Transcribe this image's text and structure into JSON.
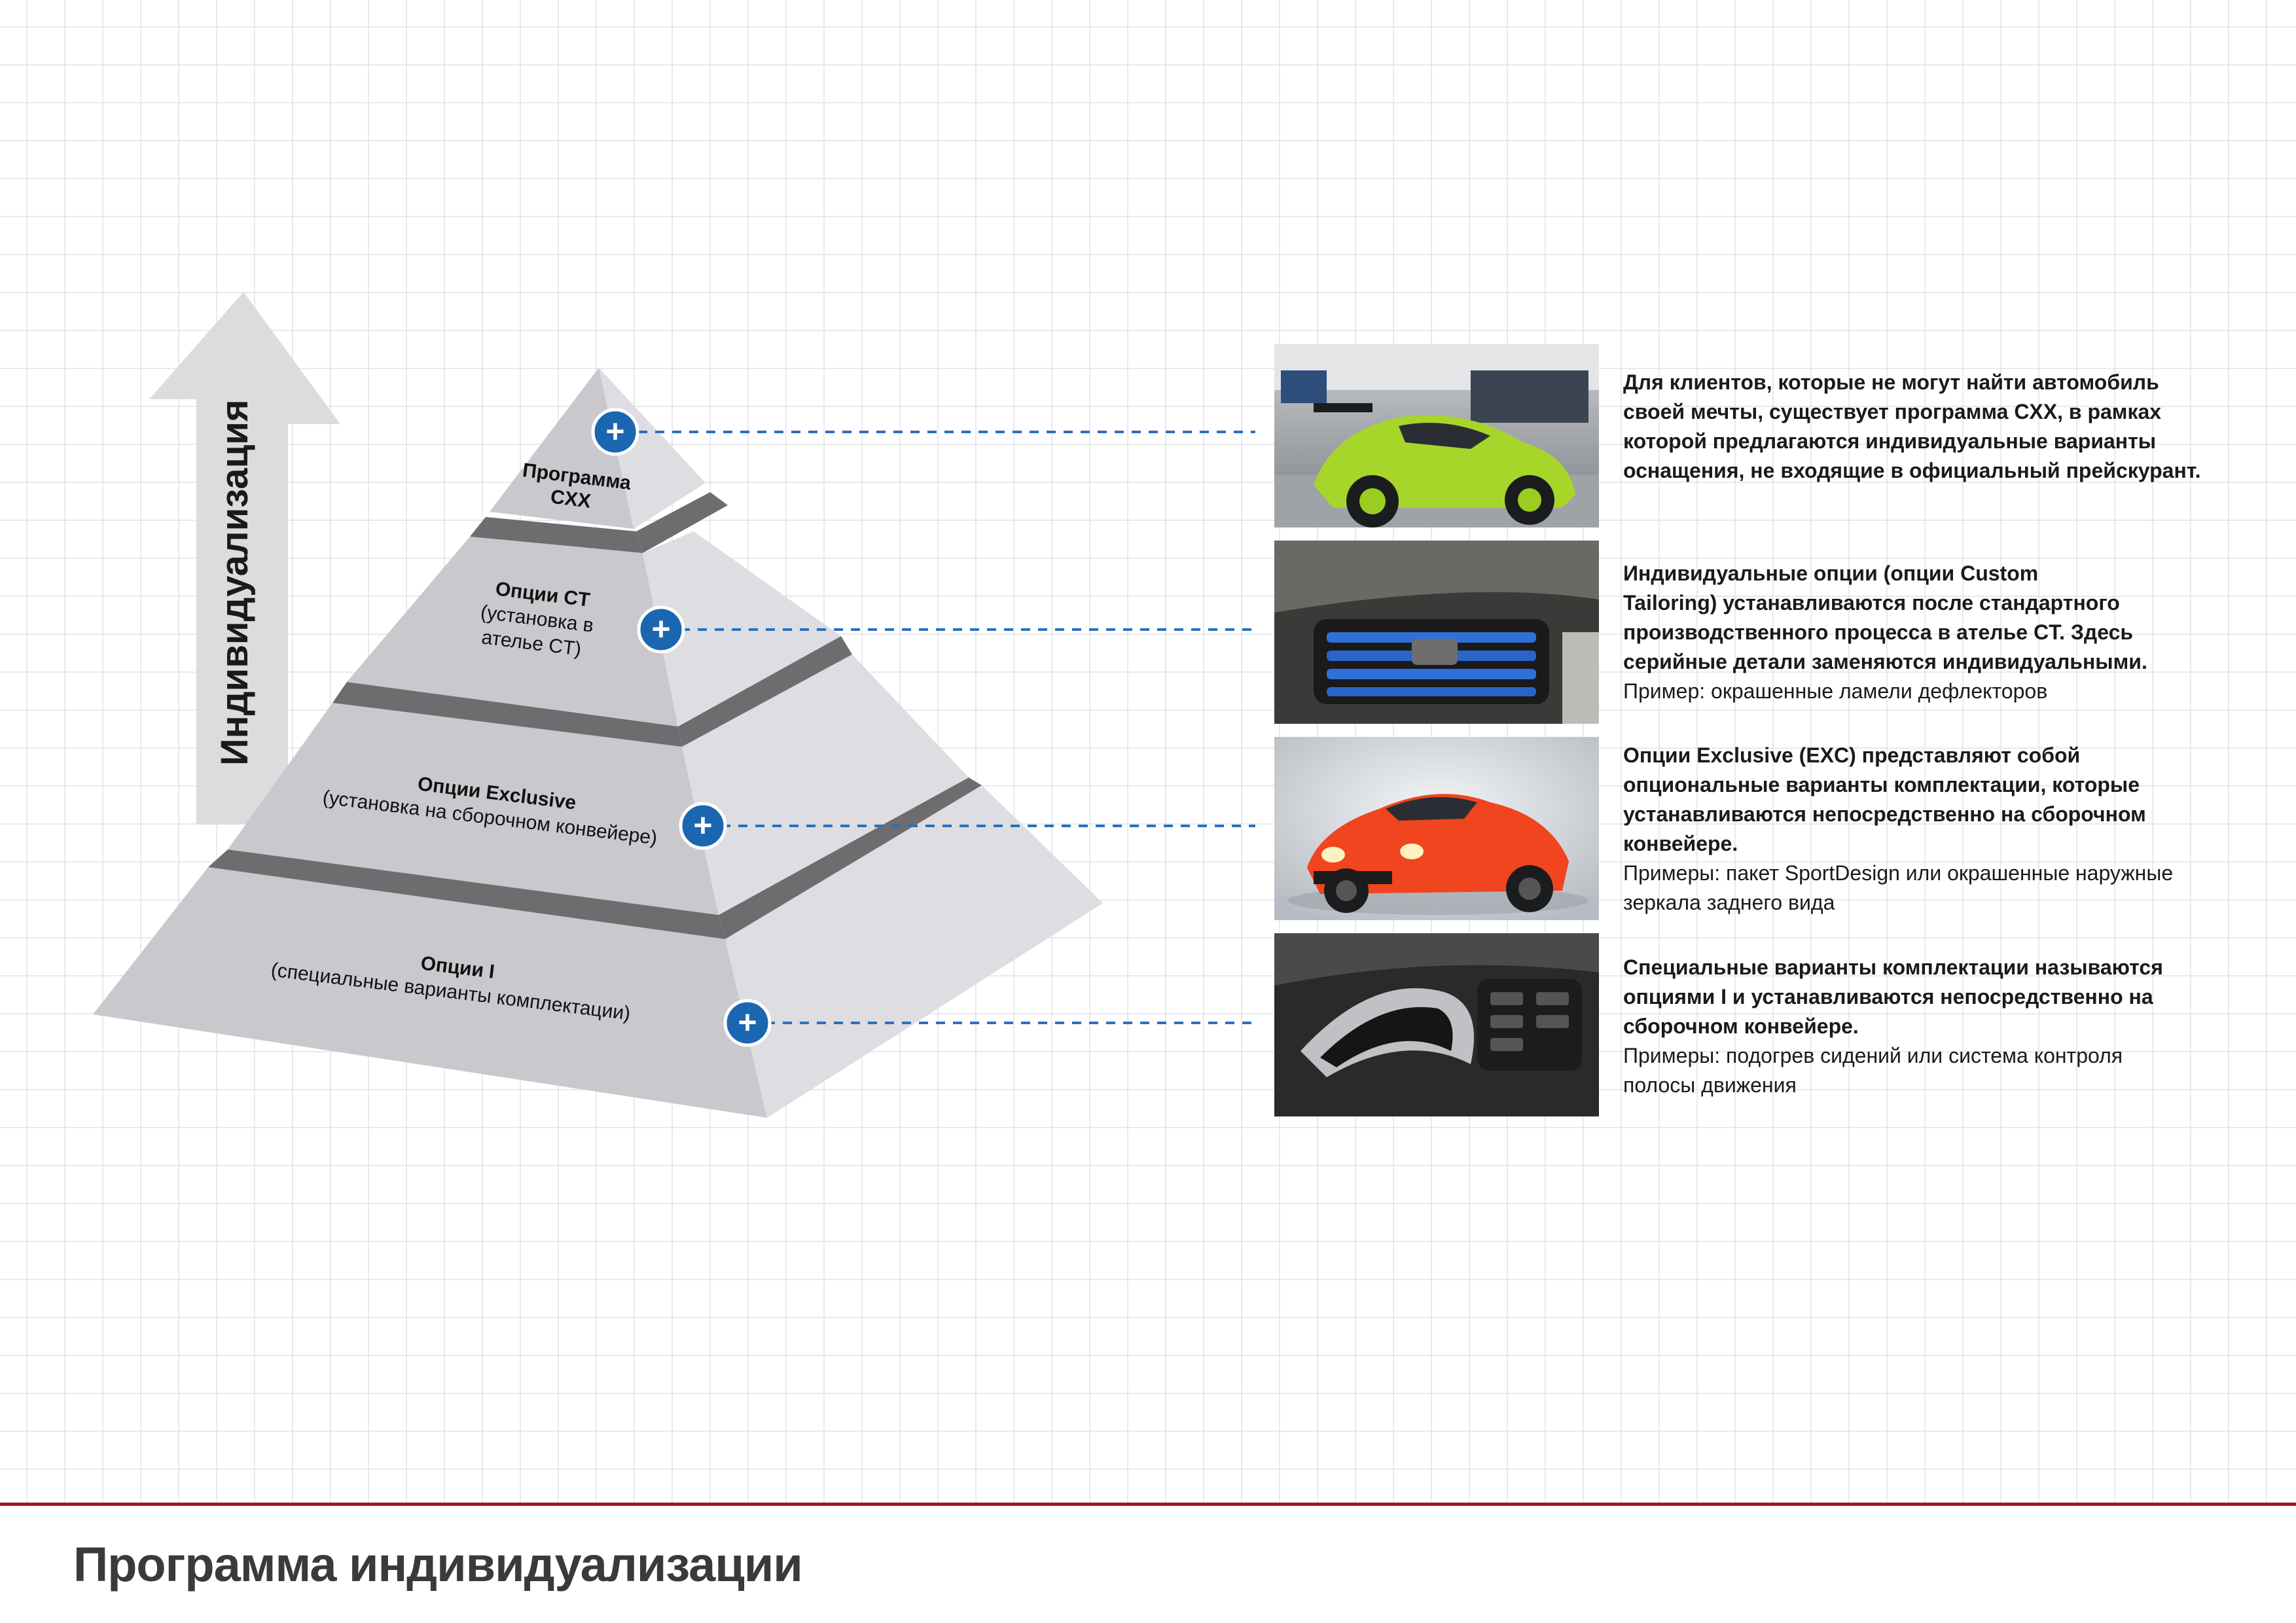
{
  "axis_label": "Индивидуализация",
  "pyramid": {
    "level_cxx": {
      "title": "Программа",
      "title2": "CXX"
    },
    "level_ct": {
      "title": "Опции CT",
      "sub1": "(установка в",
      "sub2": "ателье CT)"
    },
    "level_exc": {
      "title": "Опции Exclusive",
      "sub1": "(установка на сборочном конвейере)"
    },
    "level_i": {
      "title": "Опции I",
      "sub1": "(специальные варианты комплектации)"
    }
  },
  "plus_symbol": "+",
  "descriptions": {
    "cxx": {
      "bold": [
        "Для клиентов, которые не могут найти автомобиль",
        "своей мечты, существует программа CXX, в рамках",
        "которой предлагаются индивидуальные варианты",
        "оснащения, не входящие в официальный прейскурант."
      ]
    },
    "ct": {
      "bold": [
        "Индивидуальные опции (опции Custom",
        "Tailoring) устанавливаются после стандартного",
        "производственного процесса в ателье CT. Здесь",
        "серийные детали заменяются индивидуальными."
      ],
      "normal": [
        "Пример: окрашенные ламели дефлекторов"
      ]
    },
    "exc": {
      "bold": [
        "Опции Exclusive (EXC) представляют собой",
        "опциональные варианты комплектации, которые",
        "устанавливаются непосредственно на сборочном",
        "конвейере."
      ],
      "normal": [
        "Примеры: пакет SportDesign или окрашенные наружные",
        "зеркала заднего вида"
      ]
    },
    "i": {
      "bold": [
        "Специальные варианты комплектации называются",
        "опциями I и устанавливаются непосредственно на",
        "сборочном конвейере."
      ],
      "normal": [
        "Примеры: подогрев сидений или система контроля",
        "полосы движения"
      ]
    }
  },
  "footer_title": "Программа индивидуализации",
  "colors": {
    "pyramid_front": "#c9c8cd",
    "pyramid_side": "#dedde1",
    "separator": "#6d6d70",
    "plus_button": "#1a66b0",
    "dash_line": "#2a70c0",
    "footer_line": "#a3151b",
    "arrow": "#dcdcdf"
  }
}
